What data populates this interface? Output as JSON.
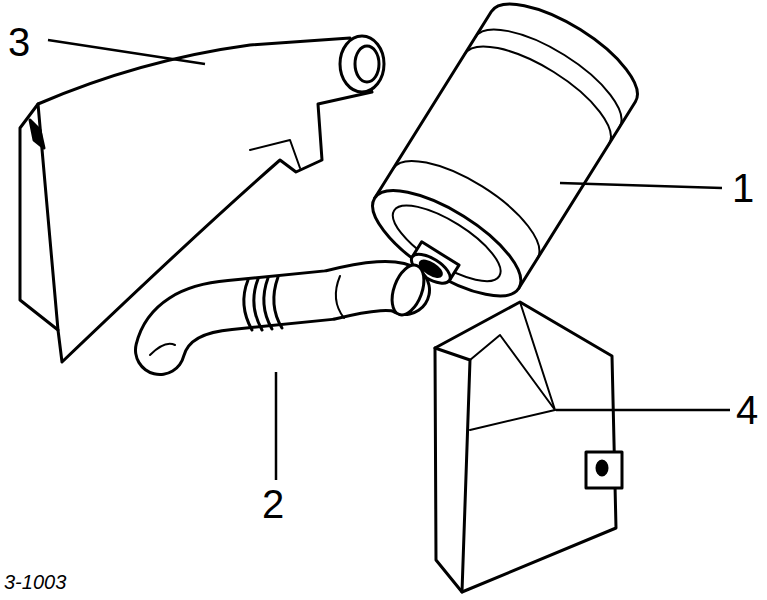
{
  "diagram": {
    "labels": [
      "3",
      "1",
      "2",
      "4",
      "3-1003"
    ]
  }
}
